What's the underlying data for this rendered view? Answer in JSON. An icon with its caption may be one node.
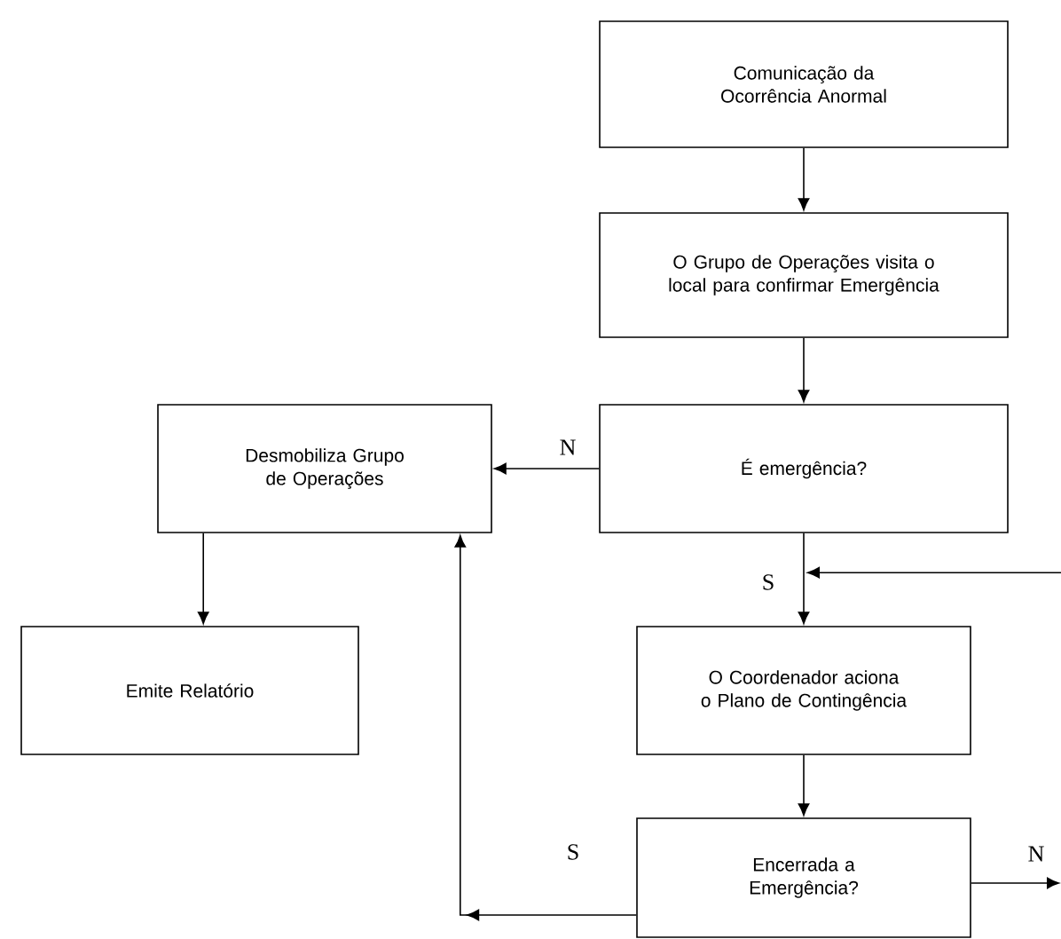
{
  "diagram": {
    "nodes": [
      {
        "text": [
          "Comunicação da Ocorrência Anormal"
        ]
      },
      {
        "text": [
          "O Grupo de Operações visita o local para confirmar Emergência"
        ]
      },
      {
        "text": [
          "É emergência?"
        ]
      },
      {
        "text": [
          "Desmobiliza Grupo de Operações"
        ]
      },
      {
        "text": [
          "Emite Relatório"
        ]
      },
      {
        "text": [
          "O Coordenador aciona o Plano de Contingência"
        ]
      },
      {
        "text": [
          "Encerrada a Emergência?"
        ]
      }
    ],
    "edges": [
      {
        "from": 0,
        "to": 1,
        "arrow": "to"
      },
      {
        "from": 1,
        "to": 2,
        "arrow": "to"
      },
      {
        "from": 2,
        "to": 3,
        "arrow": "to",
        "label": "N"
      },
      {
        "from": 2,
        "to": 5,
        "arrow": "to",
        "label": "S"
      },
      {
        "from": 3,
        "to": 4,
        "arrow": "to"
      },
      {
        "from": 5,
        "to": 6,
        "arrow": "to"
      },
      {
        "from": 6,
        "to": 3,
        "arrow": "to",
        "label": "S"
      },
      {
        "from": 6,
        "to": null,
        "arrow": "to",
        "label": "N"
      },
      {
        "from": null,
        "to": 5,
        "arrow": "to"
      }
    ]
  }
}
